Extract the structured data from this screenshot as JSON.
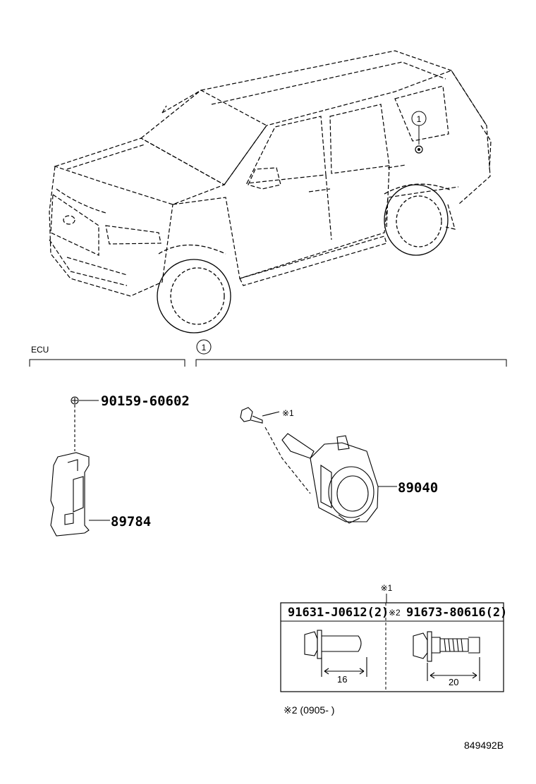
{
  "ecu_label": "ECU",
  "callout_1": "1",
  "parts": {
    "screw": "90159-60602",
    "ecu": "89784",
    "sensor": "89040"
  },
  "bolt_ref_mark": "※1",
  "table": {
    "header_mark": "※1",
    "col1_part": "91631-J0612(2)",
    "col2_prefix": "※2",
    "col2_part": "91673-80616(2)",
    "col1_dim": "16",
    "col2_dim": "20"
  },
  "footnote": "※2 (0905-     )",
  "drawing_code": "849492B"
}
